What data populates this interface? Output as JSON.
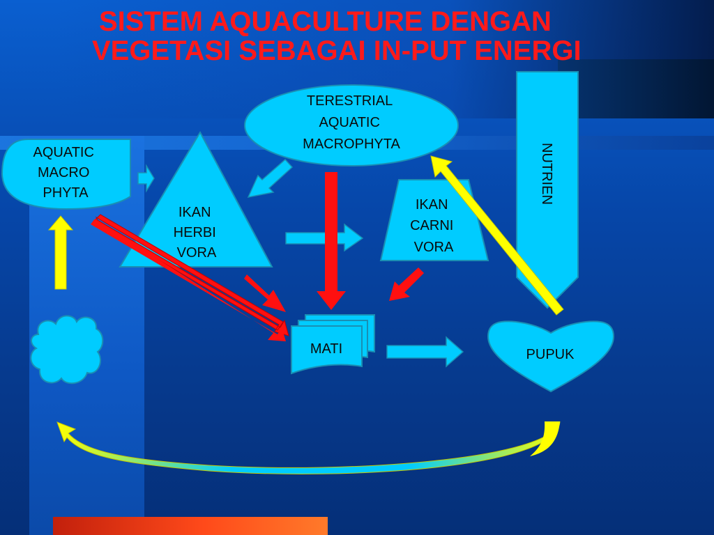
{
  "title": {
    "line1": "SISTEM AQUACULTURE DENGAN",
    "line2": "VEGETASI SEBAGAI IN-PUT ENERGI"
  },
  "nodes": {
    "aquatic_macrophyta": [
      "AQUATIC",
      "MACRO",
      "PHYTA"
    ],
    "ikan_herbivora": [
      "IKAN",
      "HERBI",
      "VORA"
    ],
    "terestrial": [
      "TERESTRIAL",
      "AQUATIC",
      "MACROPHYTA"
    ],
    "ikan_carnivora": [
      "IKAN",
      "CARNI",
      "VORA"
    ],
    "nutrien": "NUTRIEN",
    "mati": "MATI",
    "pupuk": "PUPUK"
  },
  "colors": {
    "shape_fill": "#00ccff",
    "shape_stroke": "#1a8fb3",
    "title": "#ff1a1a",
    "arrow_red": "#ff1010",
    "arrow_yellow": "#ffff00",
    "arrow_cyan": "#00ccff"
  }
}
